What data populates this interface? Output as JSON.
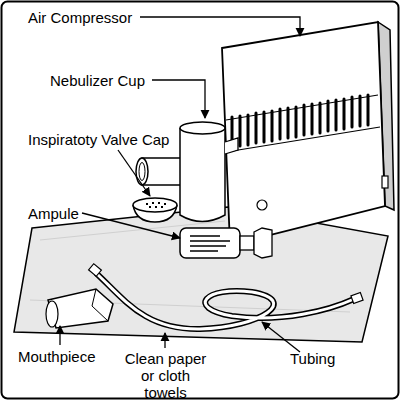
{
  "diagram": {
    "labels": [
      "Air Compressor",
      "Nebulizer Cup",
      "Inspiratoty Valve Cap",
      "Ampule",
      "Mouthpiece",
      "Clean paper or cloth towels",
      "Tubing"
    ]
  }
}
